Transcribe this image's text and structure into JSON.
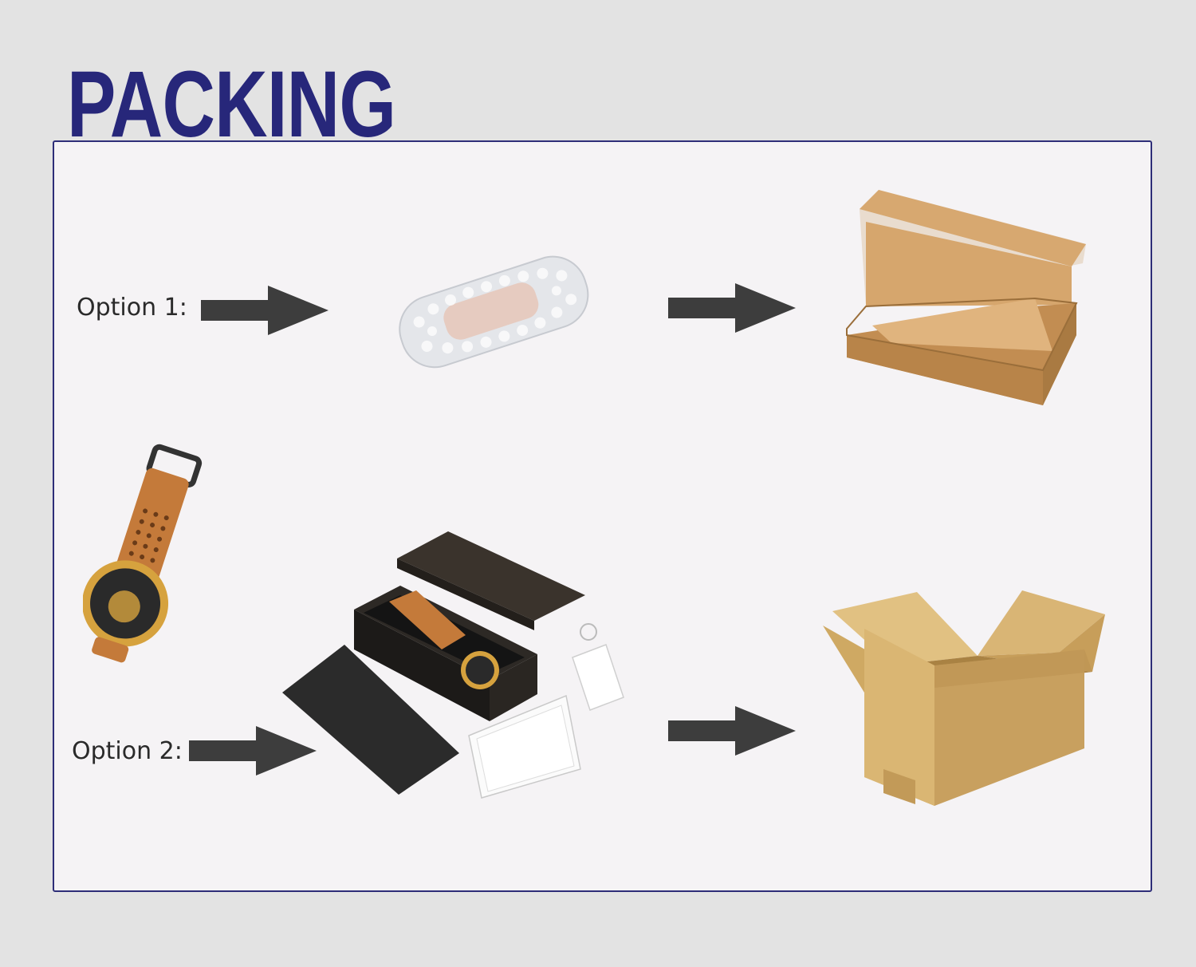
{
  "title": "PACKING",
  "options": [
    {
      "label": "Option 1:"
    },
    {
      "label": "Option 2:"
    }
  ],
  "colors": {
    "title": "#27277a",
    "frame": "#2e2e78",
    "arrow": "#3d3d3d",
    "kraft": "#c9965a"
  },
  "icons": {
    "arrow": "right-arrow-icon",
    "bubble_wrap": "bubble-wrap-icon",
    "mailer_box": "mailer-box-icon",
    "watch": "watch-icon",
    "gift_box": "gift-box-icon",
    "shipping_box": "shipping-box-icon"
  }
}
